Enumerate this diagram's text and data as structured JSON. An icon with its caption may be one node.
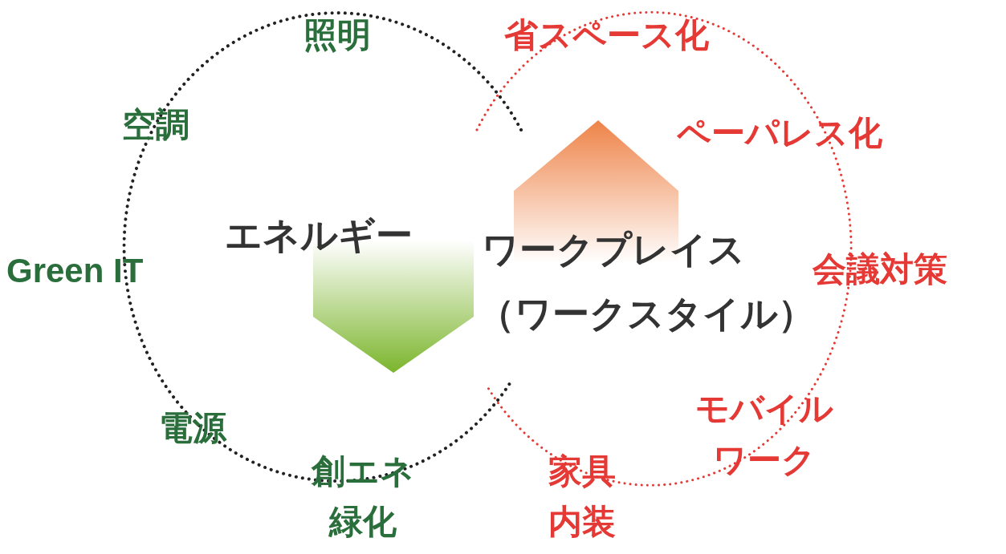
{
  "diagram": {
    "nodes": [
      {
        "text": [
          "エネルギー"
        ]
      },
      {
        "text": [
          "ワークプレイス",
          "（ワークスタイル）"
        ]
      }
    ],
    "edges": [],
    "labels": [
      "照明",
      "空調",
      "Green IT",
      "電源",
      "創エネ",
      "緑化",
      "省スペース化",
      "ペーパレス化",
      "会議対策",
      "モバイルワーク",
      "家具",
      "内装"
    ]
  }
}
